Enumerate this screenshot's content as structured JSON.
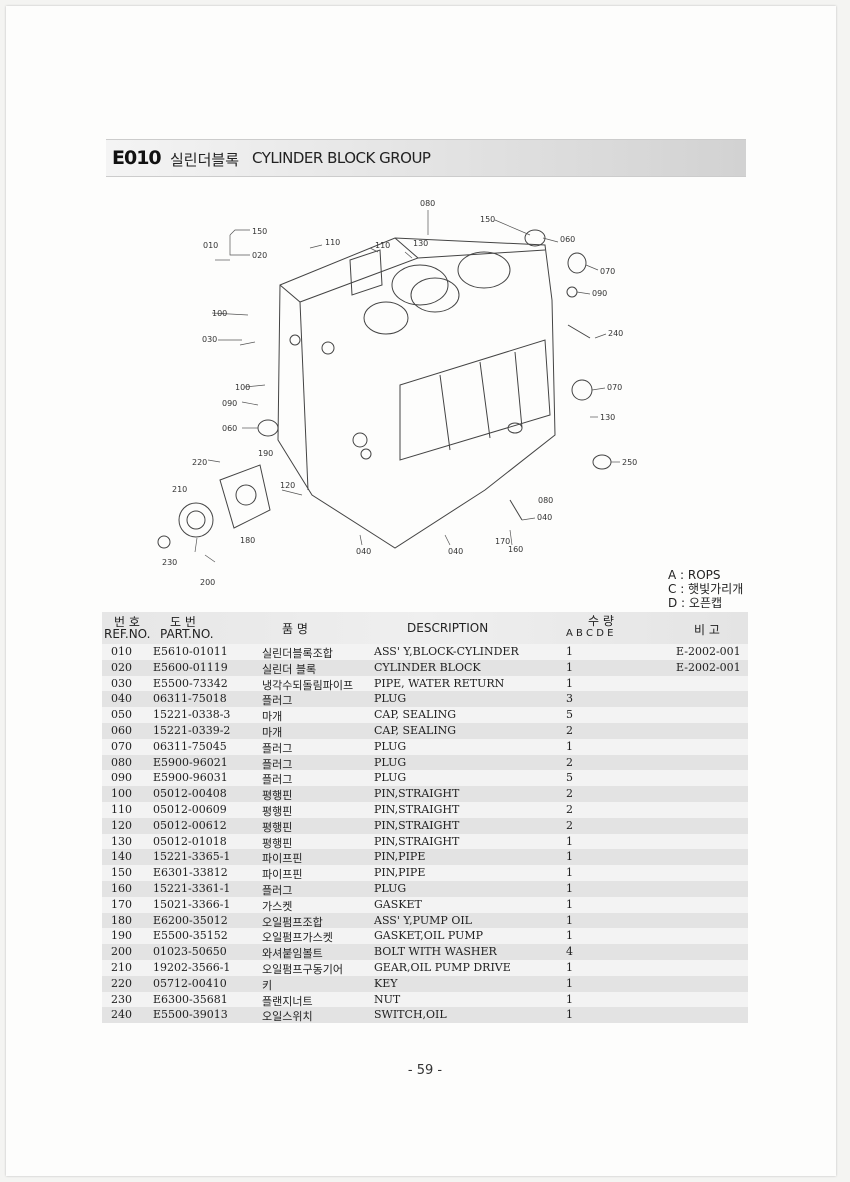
{
  "header": {
    "code": "E010",
    "title_ko": "실린더블록",
    "title_en": "CYLINDER BLOCK GROUP"
  },
  "diagram": {
    "callouts": [
      "080",
      "150",
      "060",
      "070",
      "090",
      "240",
      "070",
      "130",
      "250",
      "080",
      "040",
      "160",
      "170",
      "040",
      "040",
      "180",
      "200",
      "230",
      "210",
      "220",
      "190",
      "120",
      "060",
      "090",
      "100",
      "030",
      "100",
      "020",
      "010",
      "150",
      "110",
      "110",
      "130"
    ]
  },
  "legend": {
    "a": "A : ROPS",
    "c": "C : 햇빛가리개",
    "d": "D : 오픈캡"
  },
  "table_header": {
    "ref_ko": "번 호",
    "ref_en": "REF.NO.",
    "part_ko": "도   번",
    "part_en": "PART.NO.",
    "name_ko": "품      명",
    "desc": "DESCRIPTION",
    "qty_ko": "수      량",
    "qty_cols": "A  B  C  D  E",
    "note_ko": "비   고"
  },
  "rows": [
    {
      "ref": "010",
      "part": "E5610-01011",
      "ko": "실린더블록조합",
      "desc": "ASS' Y,BLOCK-CYLINDER",
      "qty": "1",
      "note": "E-2002-001"
    },
    {
      "ref": "020",
      "part": "E5600-01119",
      "ko": "실린더 블록",
      "desc": "CYLINDER BLOCK",
      "qty": "1",
      "note": "E-2002-001"
    },
    {
      "ref": "030",
      "part": "E5500-73342",
      "ko": "냉각수되돌림파이프",
      "desc": "PIPE, WATER RETURN",
      "qty": "1",
      "note": ""
    },
    {
      "ref": "040",
      "part": "06311-75018",
      "ko": "플러그",
      "desc": "PLUG",
      "qty": "3",
      "note": ""
    },
    {
      "ref": "050",
      "part": "15221-0338-3",
      "ko": "마개",
      "desc": "CAP, SEALING",
      "qty": "5",
      "note": ""
    },
    {
      "ref": "060",
      "part": "15221-0339-2",
      "ko": "마개",
      "desc": "CAP, SEALING",
      "qty": "2",
      "note": ""
    },
    {
      "ref": "070",
      "part": "06311-75045",
      "ko": "플러그",
      "desc": "PLUG",
      "qty": "1",
      "note": ""
    },
    {
      "ref": "080",
      "part": "E5900-96021",
      "ko": "플러그",
      "desc": "PLUG",
      "qty": "2",
      "note": ""
    },
    {
      "ref": "090",
      "part": "E5900-96031",
      "ko": "플러그",
      "desc": "PLUG",
      "qty": "5",
      "note": ""
    },
    {
      "ref": "100",
      "part": "05012-00408",
      "ko": "평행핀",
      "desc": "PIN,STRAIGHT",
      "qty": "2",
      "note": ""
    },
    {
      "ref": "110",
      "part": "05012-00609",
      "ko": "평행핀",
      "desc": "PIN,STRAIGHT",
      "qty": "2",
      "note": ""
    },
    {
      "ref": "120",
      "part": "05012-00612",
      "ko": "평행핀",
      "desc": "PIN,STRAIGHT",
      "qty": "2",
      "note": ""
    },
    {
      "ref": "130",
      "part": "05012-01018",
      "ko": "평행핀",
      "desc": "PIN,STRAIGHT",
      "qty": "1",
      "note": ""
    },
    {
      "ref": "140",
      "part": "15221-3365-1",
      "ko": "파이프핀",
      "desc": "PIN,PIPE",
      "qty": "1",
      "note": ""
    },
    {
      "ref": "150",
      "part": "E6301-33812",
      "ko": "파이프핀",
      "desc": "PIN,PIPE",
      "qty": "1",
      "note": ""
    },
    {
      "ref": "160",
      "part": "15221-3361-1",
      "ko": "플러그",
      "desc": "PLUG",
      "qty": "1",
      "note": ""
    },
    {
      "ref": "170",
      "part": "15021-3366-1",
      "ko": "가스켓",
      "desc": "GASKET",
      "qty": "1",
      "note": ""
    },
    {
      "ref": "180",
      "part": "E6200-35012",
      "ko": "오일펌프조합",
      "desc": "ASS' Y,PUMP OIL",
      "qty": "1",
      "note": ""
    },
    {
      "ref": "190",
      "part": "E5500-35152",
      "ko": "오일펌프가스켓",
      "desc": "GASKET,OIL PUMP",
      "qty": "1",
      "note": ""
    },
    {
      "ref": "200",
      "part": "01023-50650",
      "ko": "와셔붙임볼트",
      "desc": "BOLT WITH WASHER",
      "qty": "4",
      "note": ""
    },
    {
      "ref": "210",
      "part": "19202-3566-1",
      "ko": "오일펌프구동기어",
      "desc": "GEAR,OIL PUMP DRIVE",
      "qty": "1",
      "note": ""
    },
    {
      "ref": "220",
      "part": "05712-00410",
      "ko": "키",
      "desc": "KEY",
      "qty": "1",
      "note": ""
    },
    {
      "ref": "230",
      "part": "E6300-35681",
      "ko": "플랜지너트",
      "desc": "NUT",
      "qty": "1",
      "note": ""
    },
    {
      "ref": "240",
      "part": "E5500-39013",
      "ko": "오일스위치",
      "desc": "SWITCH,OIL",
      "qty": "1",
      "note": ""
    }
  ],
  "page_number": "- 59 -"
}
